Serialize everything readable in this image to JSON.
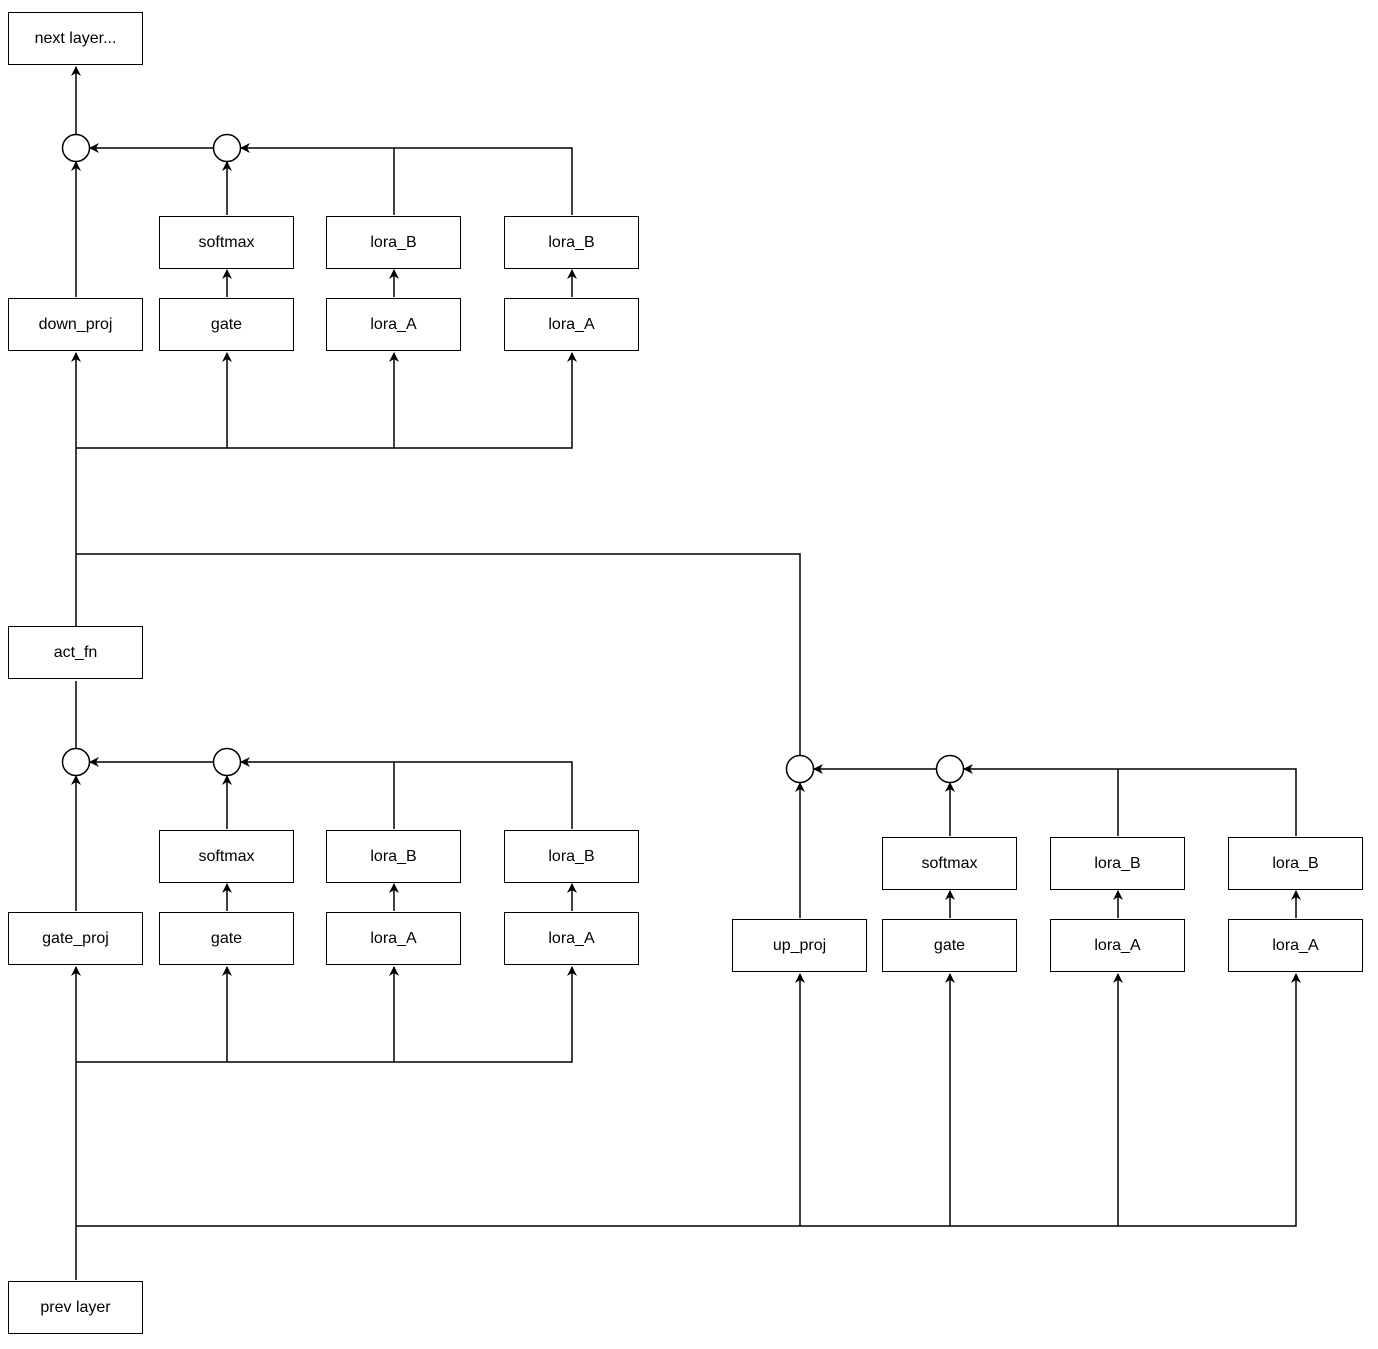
{
  "nodes": {
    "next_layer": "next layer...",
    "prev_layer": "prev layer",
    "down_proj": "down_proj",
    "gate_proj": "gate_proj",
    "up_proj": "up_proj",
    "act_fn": "act_fn",
    "down_block": {
      "softmax": "softmax",
      "gate": "gate",
      "lora_b1": "lora_B",
      "lora_a1": "lora_A",
      "lora_b2": "lora_B",
      "lora_a2": "lora_A"
    },
    "gate_block": {
      "softmax": "softmax",
      "gate": "gate",
      "lora_b1": "lora_B",
      "lora_a1": "lora_A",
      "lora_b2": "lora_B",
      "lora_a2": "lora_A"
    },
    "up_block": {
      "softmax": "softmax",
      "gate": "gate",
      "lora_b1": "lora_B",
      "lora_a1": "lora_A",
      "lora_b2": "lora_B",
      "lora_a2": "lora_A"
    }
  }
}
